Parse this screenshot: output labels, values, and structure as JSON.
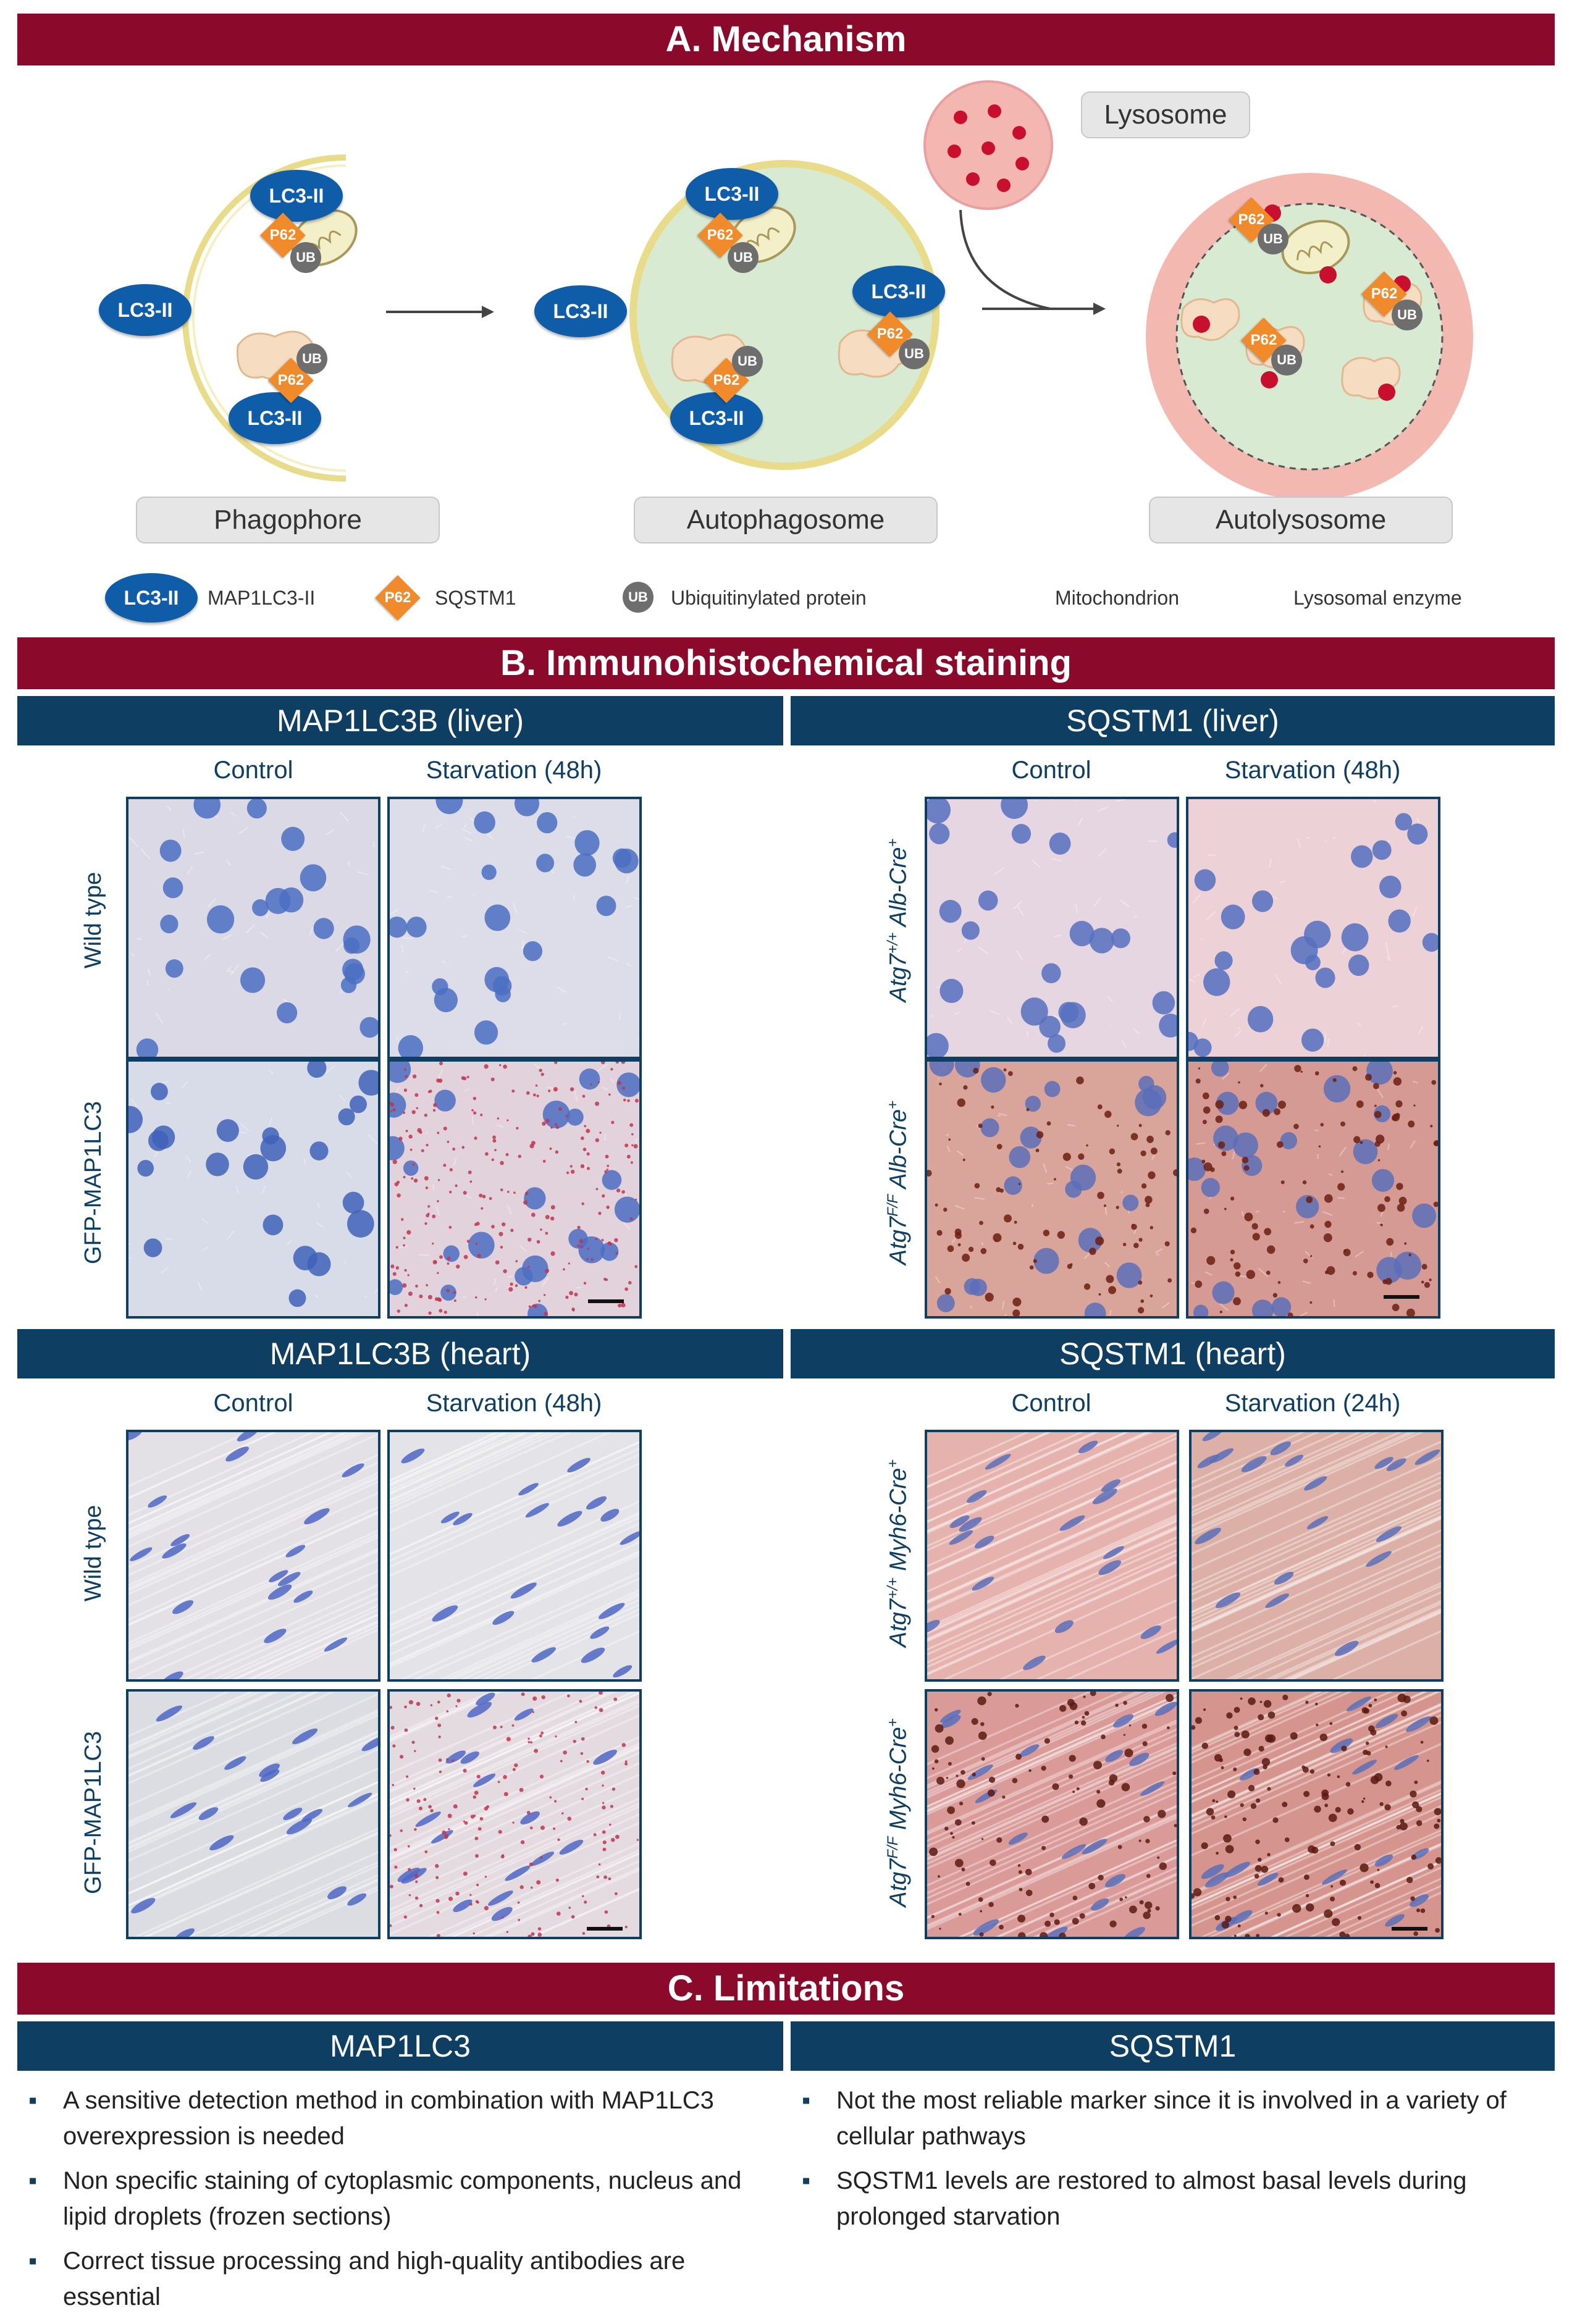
{
  "section_a": {
    "title": "A. Mechanism",
    "stages": [
      "Phagophore",
      "Autophagosome",
      "Autolysosome"
    ],
    "lysosome_label": "Lysosome",
    "lc3_label": "LC3-II",
    "p62_label": "P62",
    "ub_label": "UB",
    "legend": [
      {
        "icon": "lc3-ii-icon",
        "symbol": "LC3-II",
        "text": "MAP1LC3-II"
      },
      {
        "icon": "p62-icon",
        "symbol": "P62",
        "text": "SQSTM1"
      },
      {
        "icon": "ubiquitinated-protein-icon",
        "symbol": "UB",
        "text": "Ubiquitinylated protein"
      },
      {
        "icon": "mitochondrion-icon",
        "text": "Mitochondrion"
      },
      {
        "icon": "lysosomal-enzyme-icon",
        "text": "Lysosomal enzyme"
      }
    ]
  },
  "section_b": {
    "title": "B. Immunohistochemical staining",
    "groups": [
      {
        "title": "MAP1LC3B (liver)",
        "columns": [
          "Control",
          "Starvation (48h)"
        ],
        "rows": [
          "Wild type",
          "GFP-MAP1LC3"
        ]
      },
      {
        "title": "SQSTM1 (liver)",
        "columns": [
          "Control",
          "Starvation (48h)"
        ],
        "rows": [
          "Atg7+/+ Alb-Cre+",
          "Atg7F/F Alb-Cre+"
        ]
      },
      {
        "title": "MAP1LC3B (heart)",
        "columns": [
          "Control",
          "Starvation (48h)"
        ],
        "rows": [
          "Wild type",
          "GFP-MAP1LC3"
        ]
      },
      {
        "title": "SQSTM1 (heart)",
        "columns": [
          "Control",
          "Starvation (24h)"
        ],
        "rows": [
          "Atg7+/+ Myh6-Cre+",
          "Atg7F/F Myh6-Cre+"
        ]
      }
    ]
  },
  "section_c": {
    "title": "C. Limitations",
    "map1lc3": {
      "title": "MAP1LC3",
      "items": [
        "A sensitive detection method in combination with MAP1LC3 overexpression is needed",
        "Non specific staining of cytoplasmic components, nucleus and lipid droplets (frozen sections)",
        "Correct tissue processing and high-quality antibodies are essential"
      ]
    },
    "sqstm1": {
      "title": "SQSTM1",
      "items": [
        "Not the most reliable marker since it is involved in a variety of cellular pathways",
        "SQSTM1 levels are restored to almost basal levels during prolonged starvation"
      ]
    }
  },
  "colors": {
    "banner": "#8b0a2b",
    "subbar": "#0f3e63",
    "lc3": "#0f5da8",
    "p62": "#f08a2a",
    "ub": "#6e6e6e"
  }
}
